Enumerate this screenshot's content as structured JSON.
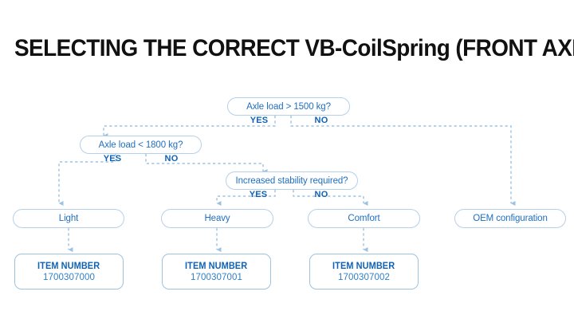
{
  "page": {
    "title": "SELECTING THE CORRECT VB-CoilSpring (FRONT AXLE)",
    "background_color": "#ffffff",
    "accent_color": "#1f6fc0",
    "line_color": "#9cc2e2",
    "title_color": "#111111"
  },
  "flow": {
    "decisions": [
      {
        "id": "axle-load-1500",
        "label": "Axle load > 1500 kg?",
        "yes_label": "YES",
        "no_label": "NO"
      },
      {
        "id": "axle-load-1800",
        "label": "Axle load < 1800 kg?",
        "yes_label": "YES",
        "no_label": "NO"
      },
      {
        "id": "increased-stability",
        "label": "Increased stability required?",
        "yes_label": "YES",
        "no_label": "NO"
      }
    ],
    "results": [
      {
        "id": "light",
        "label": "Light"
      },
      {
        "id": "heavy",
        "label": "Heavy"
      },
      {
        "id": "comfort",
        "label": "Comfort"
      },
      {
        "id": "oem",
        "label": "OEM configuration"
      }
    ],
    "items": [
      {
        "id": "item-light",
        "title": "ITEM NUMBER",
        "value": "1700307000"
      },
      {
        "id": "item-heavy",
        "title": "ITEM NUMBER",
        "value": "1700307001"
      },
      {
        "id": "item-comfort",
        "title": "ITEM NUMBER",
        "value": "1700307002"
      }
    ]
  }
}
